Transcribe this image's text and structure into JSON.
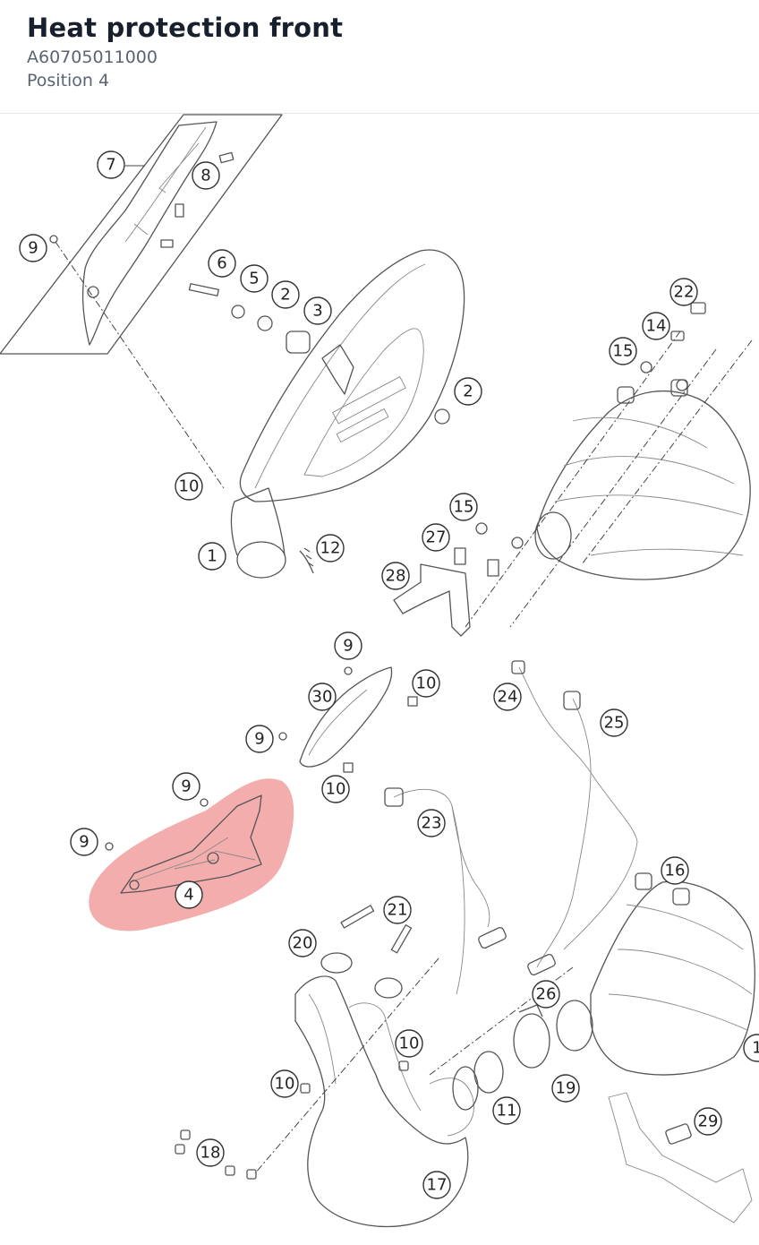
{
  "header": {
    "title": "Heat protection front",
    "part_number": "A60705011000",
    "position": "Position 4"
  },
  "highlight": {
    "color": "#f08a8a",
    "selected_label": "4"
  },
  "labels": {
    "l1": "1",
    "l2a": "2",
    "l2b": "2",
    "l3": "3",
    "l4": "4",
    "l5": "5",
    "l6": "6",
    "l7": "7",
    "l8": "8",
    "l9a": "9",
    "l9b": "9",
    "l9c": "9",
    "l9d": "9",
    "l9e": "9",
    "l10a": "10",
    "l10b": "10",
    "l10c": "10",
    "l10d": "10",
    "l10e": "10",
    "l11": "11",
    "l12": "12",
    "l14": "14",
    "l15a": "15",
    "l15b": "15",
    "l16": "16",
    "l17": "17",
    "l18": "18",
    "l19": "19",
    "l20": "20",
    "l21": "21",
    "l22": "22",
    "l23": "23",
    "l24": "24",
    "l25": "25",
    "l26": "26",
    "l27": "27",
    "l28": "28",
    "l29": "29",
    "l30": "30",
    "l1b": "1"
  }
}
